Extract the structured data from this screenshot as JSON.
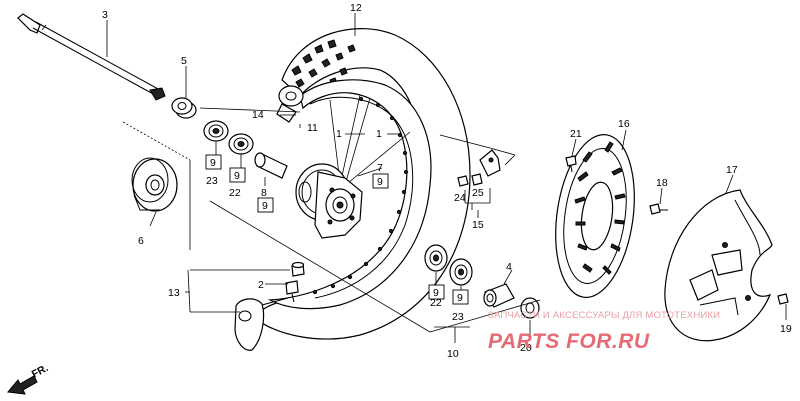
{
  "diagram": {
    "callouts": {
      "c1a": "1",
      "c1b": "1",
      "c2": "2",
      "c3": "3",
      "c4": "4",
      "c5": "5",
      "c6": "6",
      "c7": "7",
      "c8": "8",
      "c10": "10",
      "c11": "11",
      "c12": "12",
      "c13": "13",
      "c14": "14",
      "c15": "15",
      "c16": "16",
      "c17": "17",
      "c18": "18",
      "c19": "19",
      "c20": "20",
      "c21": "21",
      "c22a": "22",
      "c22b": "22",
      "c23a": "23",
      "c23b": "23",
      "c24": "24",
      "c25": "25"
    },
    "ref_boxes": {
      "b9_1": "9",
      "b9_2": "9",
      "b9_3": "9",
      "b9_4": "9",
      "b9_5": "9",
      "b9_6": "9"
    },
    "direction_label": "FR.",
    "direction_icon": "front-arrow-icon"
  },
  "watermark": {
    "tagline": "ЗАПЧАСТИ И АКСЕССУАРЫ ДЛЯ МОТОТЕХНИКИ",
    "brand": "PARTS FOR.RU",
    "color": "#e46b74"
  }
}
